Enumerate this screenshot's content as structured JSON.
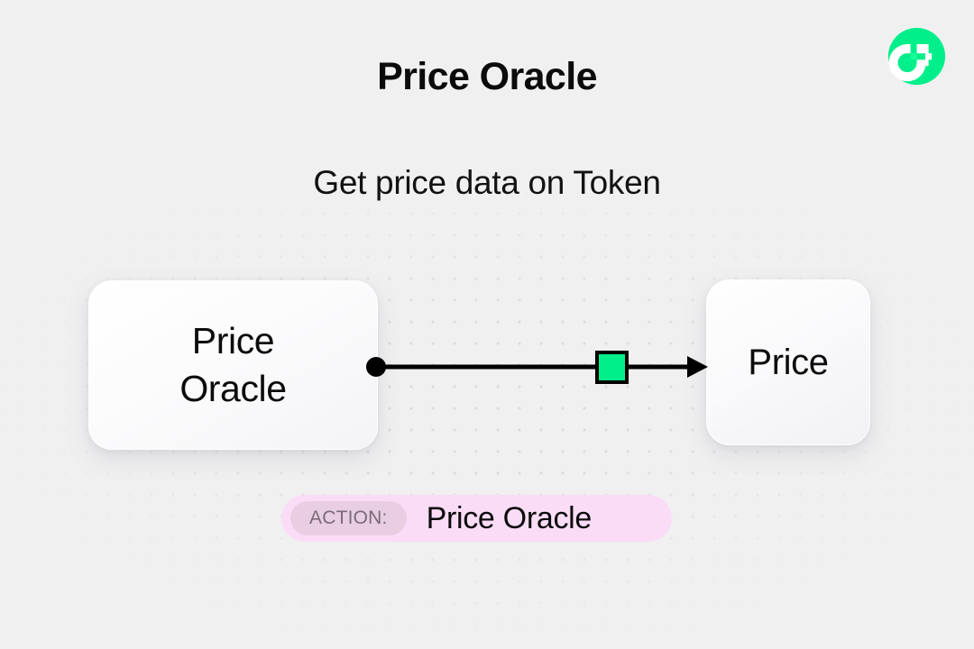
{
  "page": {
    "title": "Price Oracle",
    "subtitle": "Get price data on Token",
    "background_color": "#f0f0f0",
    "dot_color": "#dcdcdc"
  },
  "brand": {
    "icon_name": "flow-logo-icon",
    "color": "#00ef8b",
    "inner_color": "#ffffff",
    "accent_color": "#16ff99"
  },
  "diagram": {
    "source_node": {
      "label": "Price\nOracle",
      "icon_name": "source-node-card"
    },
    "target_node": {
      "label": "Price",
      "icon_name": "target-node-card"
    },
    "connector": {
      "start_dot_color": "#000000",
      "line_color": "#000000",
      "marker_color": "#00ef8b",
      "marker_border_color": "#000000",
      "arrowhead_color": "#000000"
    }
  },
  "action_badge": {
    "chip_label": "ACTION:",
    "value": "Price Oracle",
    "background_color": "#fbdcf7",
    "chip_background_color": "#e8cde3",
    "chip_text_color": "#7b6b79",
    "value_text_color": "#0c0c0c"
  }
}
